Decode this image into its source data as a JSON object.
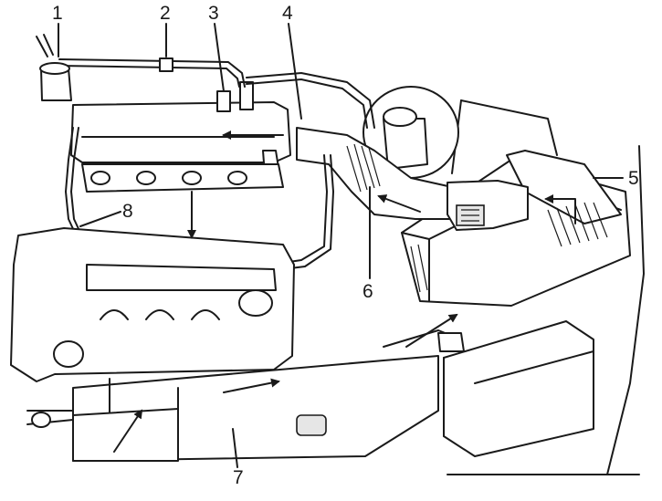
{
  "diagram": {
    "callouts": [
      {
        "id": "c1",
        "label": "1"
      },
      {
        "id": "c2",
        "label": "2"
      },
      {
        "id": "c3",
        "label": "3"
      },
      {
        "id": "c4",
        "label": "4"
      },
      {
        "id": "c5",
        "label": "5"
      },
      {
        "id": "c6",
        "label": "6"
      },
      {
        "id": "c7",
        "label": "7"
      },
      {
        "id": "c8",
        "label": "8"
      }
    ]
  },
  "colors": {
    "ink": "#1a1a1a",
    "background": "#ffffff",
    "shade": "#e6e6e6"
  }
}
